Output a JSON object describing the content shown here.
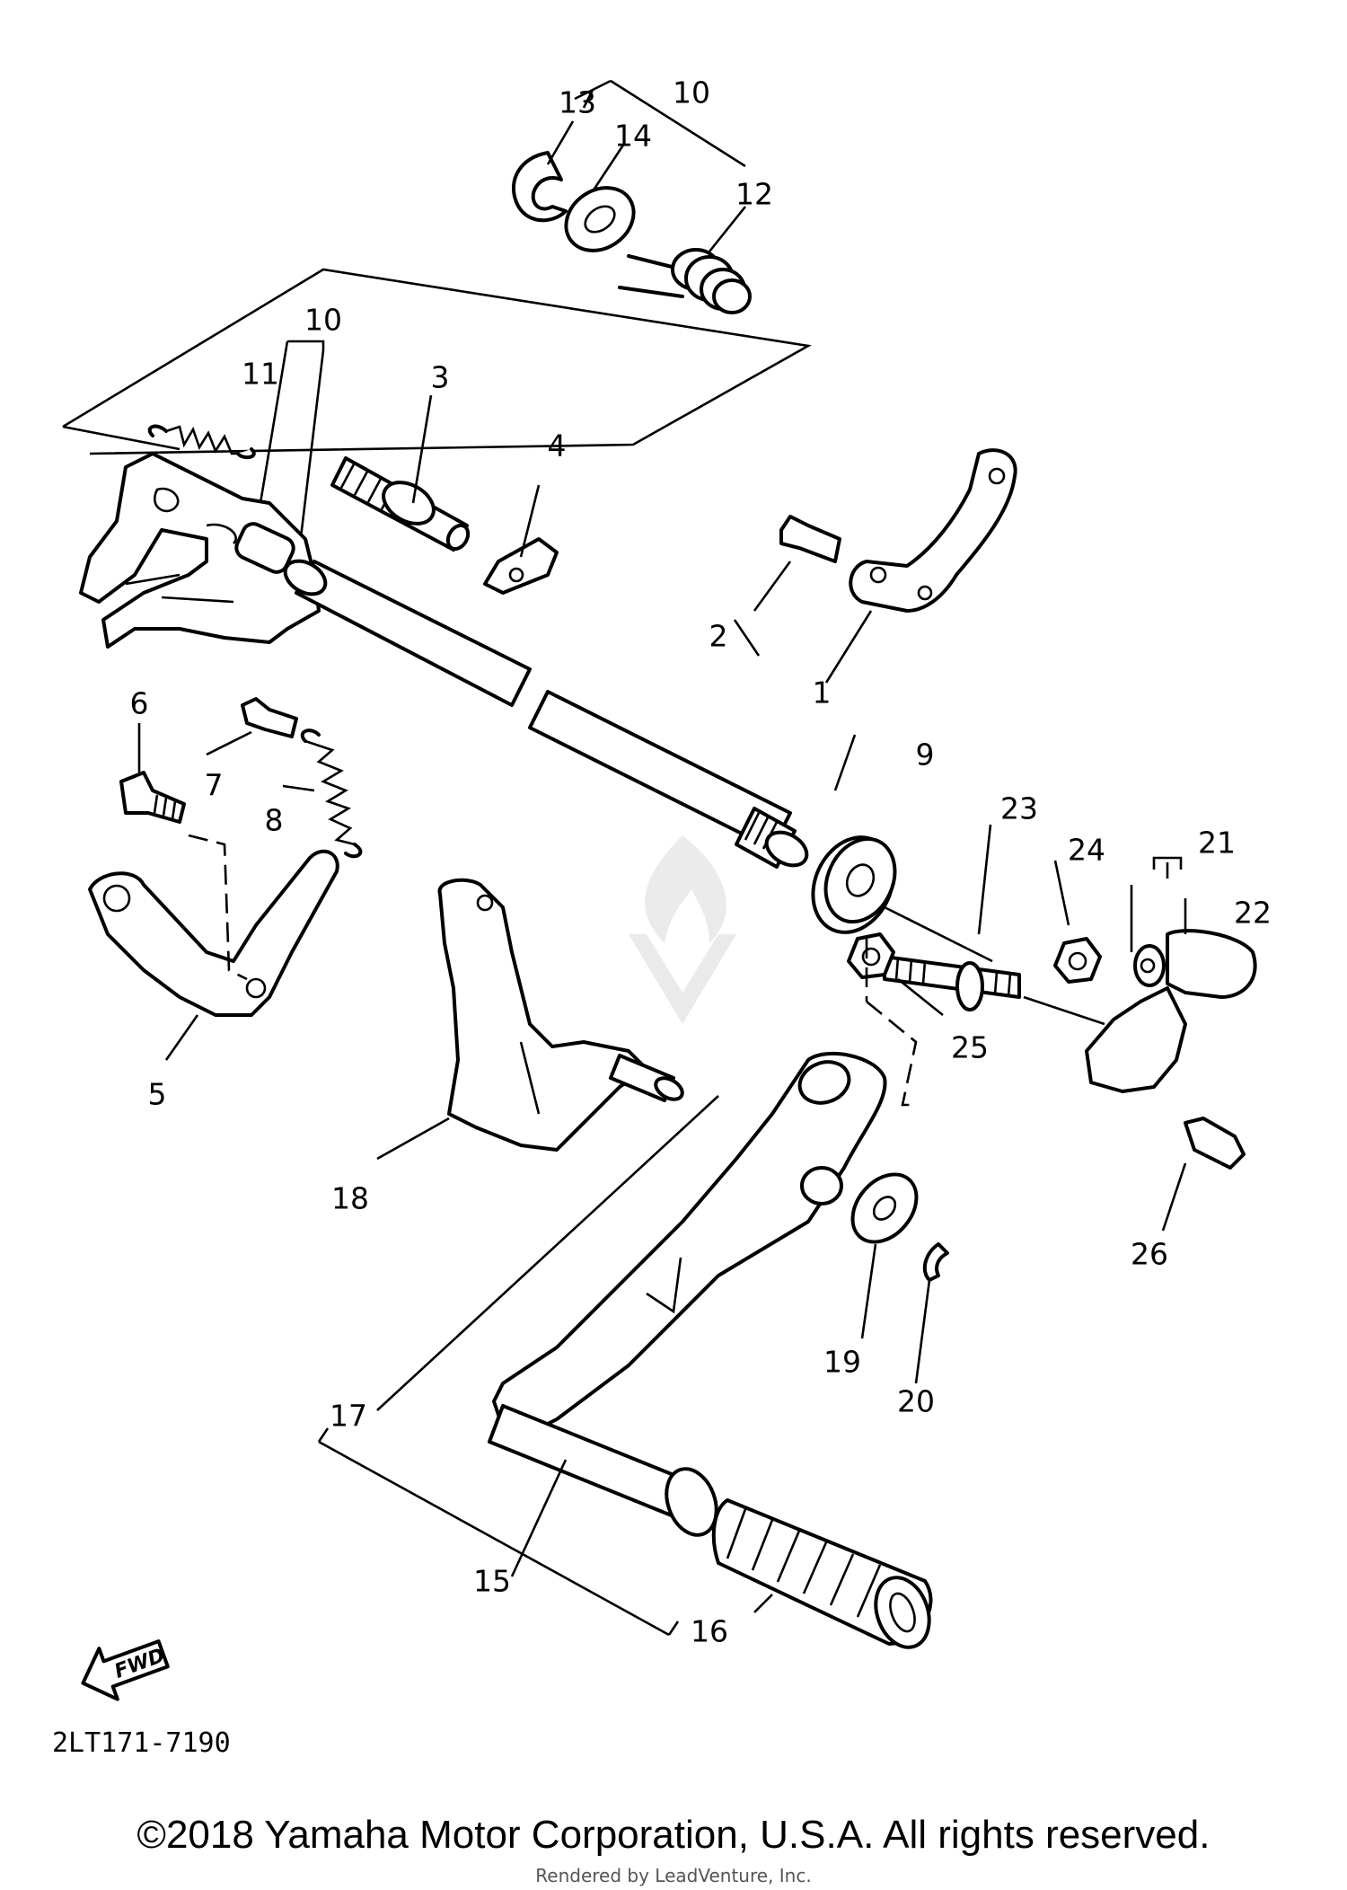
{
  "diagram": {
    "callouts": {
      "1": "1",
      "2": "2",
      "3": "3",
      "4": "4",
      "5": "5",
      "6": "6",
      "7": "7",
      "8": "8",
      "9": "9",
      "10": "10",
      "10b": "10",
      "11": "11",
      "12": "12",
      "13": "13",
      "14": "14",
      "15": "15",
      "16": "16",
      "17": "17",
      "18": "18",
      "19": "19",
      "20": "20",
      "21": "21",
      "22": "22",
      "23": "23",
      "24": "24",
      "25": "25",
      "26": "26"
    },
    "fwd_label": "FWD",
    "part_code": "2LT171-7190"
  },
  "footer": {
    "copyright": "©2018 Yamaha Motor Corporation, U.S.A. All rights reserved.",
    "rendered_by": "Rendered by LeadVenture, Inc."
  },
  "colors": {
    "line": "#000000",
    "background": "#ffffff"
  }
}
